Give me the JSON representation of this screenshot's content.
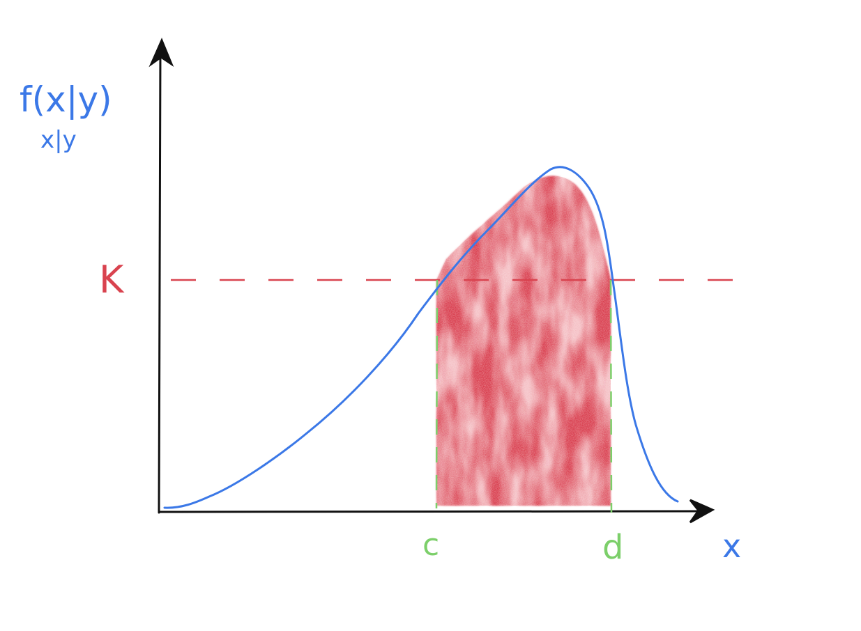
{
  "labels": {
    "y_axis_main": "f(x|y)",
    "y_axis_sub": "x|y",
    "threshold": "K",
    "x_axis": "x",
    "interval_start": "c",
    "interval_end": "d"
  },
  "colors": {
    "curve": "#3b78e7",
    "axes": "#111111",
    "threshold": "#d9434f",
    "shade": "#e0414f",
    "bounds": "#7ccf6a"
  }
}
